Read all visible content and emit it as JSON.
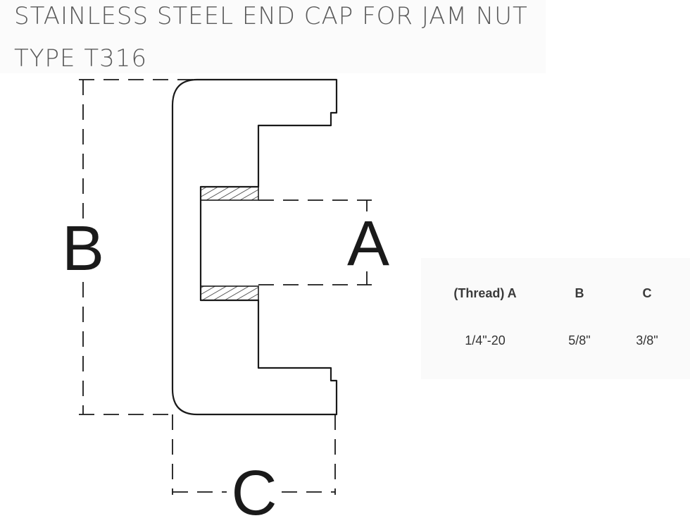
{
  "title": {
    "line1": "STAINLESS STEEL END CAP FOR JAM NUT",
    "line2": "TYPE T316"
  },
  "diagram": {
    "labels": {
      "a": "A",
      "b": "B",
      "c": "C"
    }
  },
  "spec_table": {
    "headers": {
      "a": "(Thread) A",
      "b": "B",
      "c": "C"
    },
    "row": {
      "a": "1/4\"-20",
      "b": "5/8\"",
      "c": "3/8\""
    }
  }
}
